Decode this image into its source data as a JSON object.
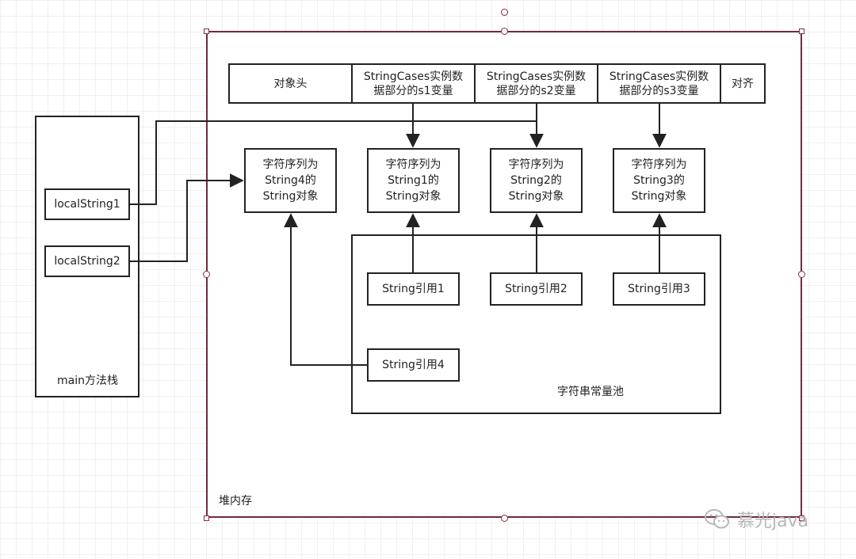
{
  "stack": {
    "label": "main方法栈",
    "vars": [
      "localString1",
      "localString2"
    ]
  },
  "heap": {
    "label": "堆内存",
    "header_cells": [
      "对象头",
      "StringCases实例数\n据部分的s1变量",
      "StringCases实例数\n据部分的s2变量",
      "StringCases实例数\n据部分的s3变量",
      "对齐"
    ],
    "objects": [
      "字符序列为\nString4的\nString对象",
      "字符序列为\nString1的\nString对象",
      "字符序列为\nString2的\nString对象",
      "字符序列为\nString3的\nString对象"
    ]
  },
  "pool": {
    "label": "字符串常量池",
    "refs": [
      "String引用1",
      "String引用2",
      "String引用3",
      "String引用4"
    ]
  },
  "watermark": {
    "icon": "wechat-icon",
    "text": "慕光java"
  },
  "colors": {
    "heap_border": "#6e2c3c",
    "line": "#222222",
    "grid": "#f0f0f0"
  }
}
